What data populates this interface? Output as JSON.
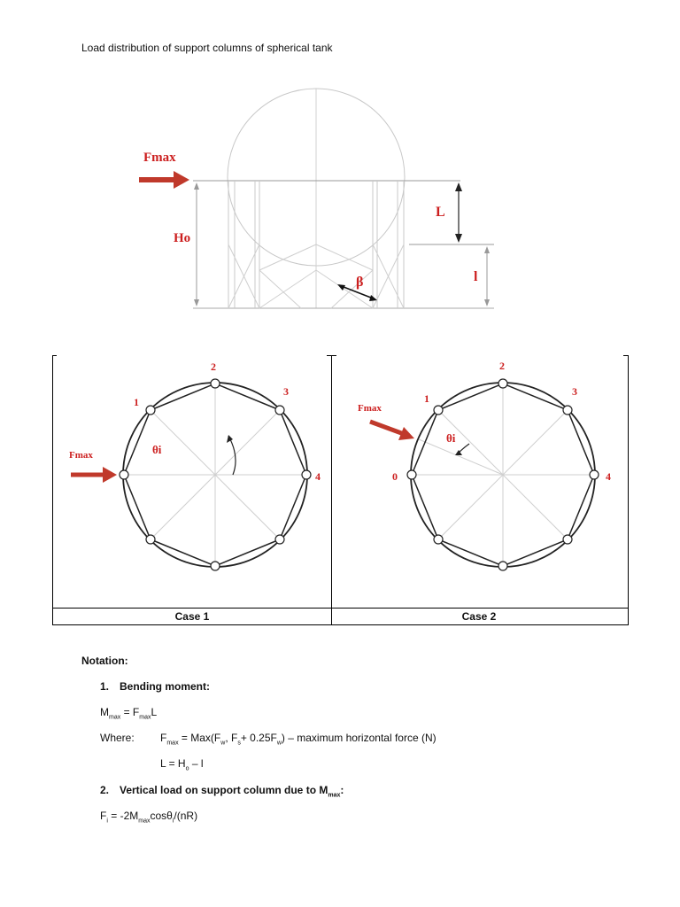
{
  "document": {
    "title": "Load distribution of support columns of spherical tank"
  },
  "tank_figure": {
    "fmax_label": "Fmax",
    "ho_label": "Ho",
    "L_label": "L",
    "l_label": "l",
    "beta_label": "β"
  },
  "cases": {
    "case1": {
      "label": "Case 1",
      "fmax_label": "Fmax",
      "theta_label": "θi",
      "column_numbers": [
        "1",
        "2",
        "3",
        "4"
      ]
    },
    "case2": {
      "label": "Case 2",
      "fmax_label": "Fmax",
      "theta_label": "θi",
      "column_numbers": [
        "0",
        "1",
        "2",
        "3",
        "4"
      ]
    }
  },
  "notation": {
    "heading": "Notation:",
    "item1": {
      "number": "1.",
      "title": "Bending moment:"
    },
    "mmax_equation": {
      "lhs": "M",
      "lhs_sub": "max",
      "equals": " = F",
      "rhs_sub": "max",
      "rhs_tail": "L"
    },
    "where": {
      "label": "Where:",
      "f": "F",
      "f_sub": "max",
      "mid": " = Max(F",
      "w_sub": "w",
      "comma": ", F",
      "s_sub": "s",
      "plus": "+ 0.25F",
      "w_sub2": "w",
      "tail": ") – maximum horizontal force (N)"
    },
    "l_equation": {
      "lhs": "L = H",
      "sub": "o",
      "tail": " – l"
    },
    "item2": {
      "number": "2.",
      "title": "Vertical load on support column due to M",
      "title_sub": "max",
      "title_end": ":"
    },
    "fi_equation": {
      "lhs": "F",
      "lhs_sub": "i",
      "mid": " = -2M",
      "mid_sub": "max",
      "cos": "cosθ",
      "cos_sub": "i",
      "tail": "/(nR)"
    }
  }
}
